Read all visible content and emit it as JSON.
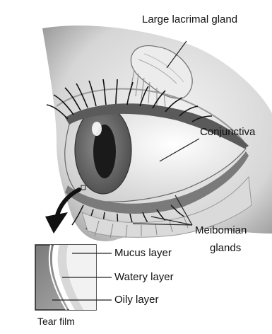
{
  "labels": {
    "lacrimal_gland": "Large lacrimal gland",
    "conjunctiva": "Conjunctiva",
    "meibomian_line1": "Meibomian",
    "meibomian_line2": "glands",
    "mucus_layer": "Mucus layer",
    "watery_layer": "Watery layer",
    "oily_layer": "Oily layer",
    "tear_film": "Tear film"
  },
  "colors": {
    "ink": "#111111",
    "skin_light": "#eeeeee",
    "skin_mid": "#cfcfcf",
    "skin_dark": "#8a8a8a",
    "iris": "#6d6d6d",
    "pupil": "#1a1a1a",
    "inset_bg": "#9a9a9a"
  }
}
